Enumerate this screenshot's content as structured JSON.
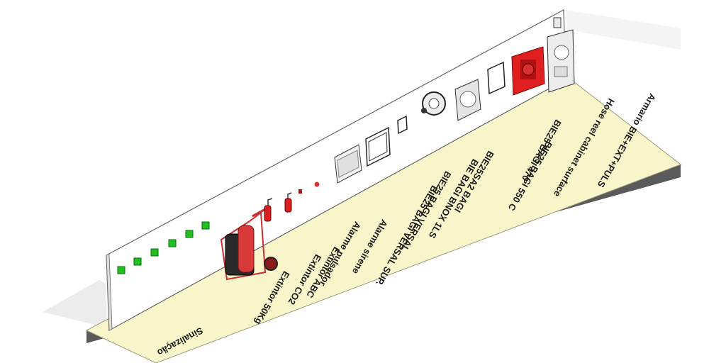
{
  "scene": {
    "floor_color": "#f7f5c9",
    "wall_color": "#ffffff",
    "plinth_color": "#555555",
    "sign_color": "#22c022",
    "device_red": "#e02020"
  },
  "labels": [
    "Extintor 50Kg",
    "Extintor CO2",
    "Extintor ABC",
    "Alarme pulsador",
    "Alarme sirene",
    "BIE25 BAGI VERSAL SUP.",
    "BIE25 BAGI VERSAL",
    "BIE BAGI BNOX 1LS",
    "BIE25SA2 BAGI",
    "BIE25 BAGI 550 C",
    "BIE25 BAGI 470",
    "Hose reel cabinet surface",
    "Armario BIE+EXT+PULS"
  ],
  "sinalização_label": "Sinalização"
}
